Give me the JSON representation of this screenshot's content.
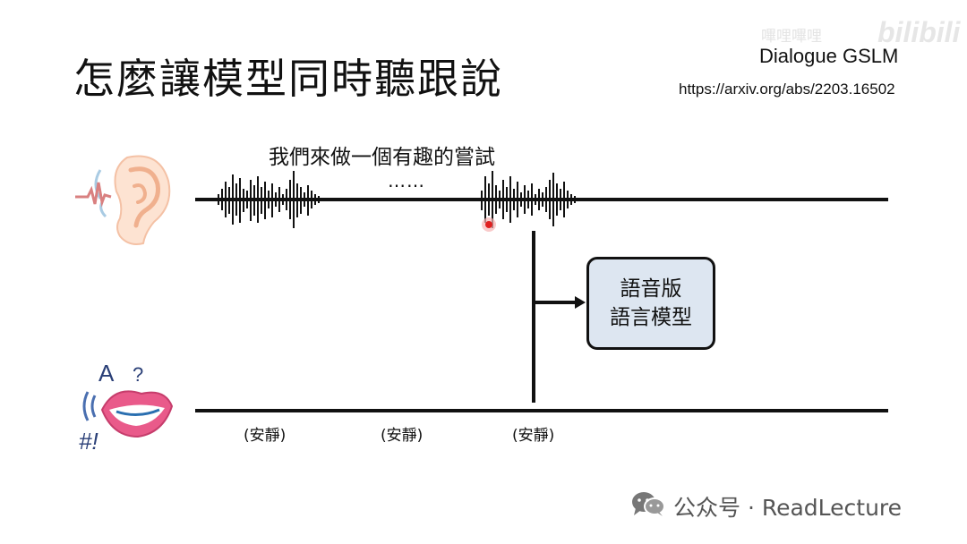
{
  "slide": {
    "title": "怎麼讓模型同時聽跟說",
    "reference": {
      "name": "Dialogue GSLM",
      "url": "https://arxiv.org/abs/2203.16502"
    },
    "watermark": {
      "text": "嗶哩嗶哩",
      "logo": "bilibili"
    },
    "listening_channel": {
      "speech_text": "我們來做一個有趣的嘗試",
      "ellipsis": "……",
      "icon": "ear-icon"
    },
    "speaking_channel": {
      "icon": "mouth-icon",
      "icon_letters": [
        "A",
        "?",
        "#!"
      ],
      "silence_labels": [
        "(安靜)",
        "(安靜)",
        "(安靜)"
      ]
    },
    "model_box": {
      "line1": "語音版",
      "line2": "語言模型",
      "fill_color": "#dde6f1"
    },
    "footer": {
      "text": "公众号 · ReadLecture",
      "icon": "wechat-icon"
    }
  }
}
